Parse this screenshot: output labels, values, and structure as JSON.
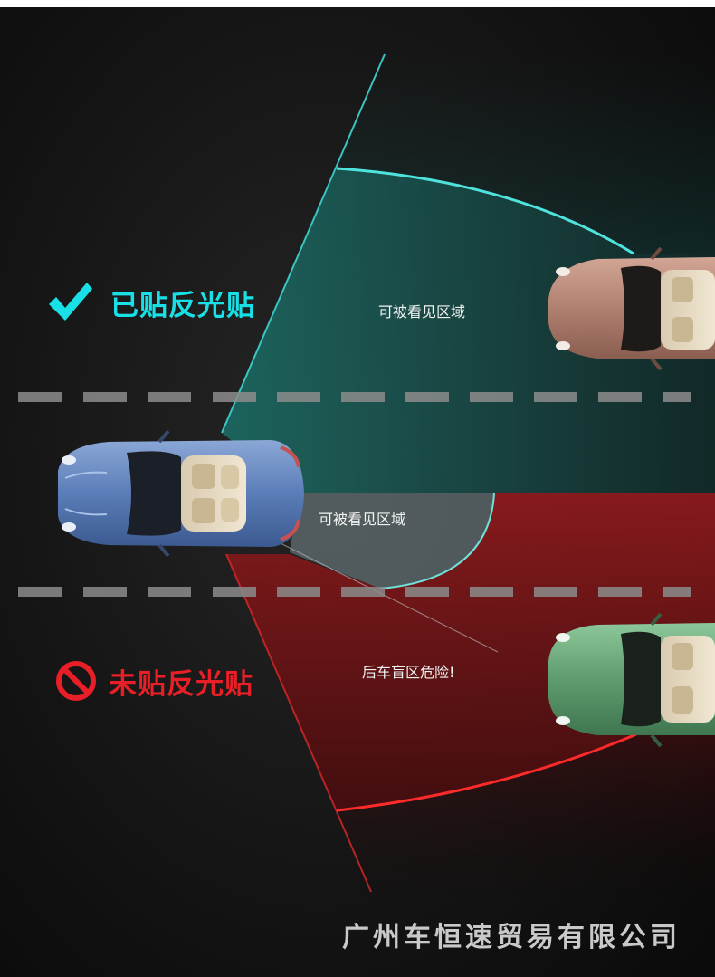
{
  "legend": {
    "with_reflector": "已贴反光贴",
    "without_reflector": "未贴反光贴"
  },
  "zones": {
    "visible_far": "可被看见区域",
    "visible_near": "可被看见区域",
    "blind_spot": "后车盲区危险!"
  },
  "footer": {
    "company": "广州车恒速贸易有限公司"
  },
  "icons": {
    "check": "check-icon",
    "prohibited": "prohibited-icon"
  },
  "colors": {
    "cyan": "#19e0e6",
    "red": "#e81f26",
    "blue_car": "#5c7fb8",
    "bronze_car": "#b58472",
    "green_car": "#5e9a6c"
  }
}
